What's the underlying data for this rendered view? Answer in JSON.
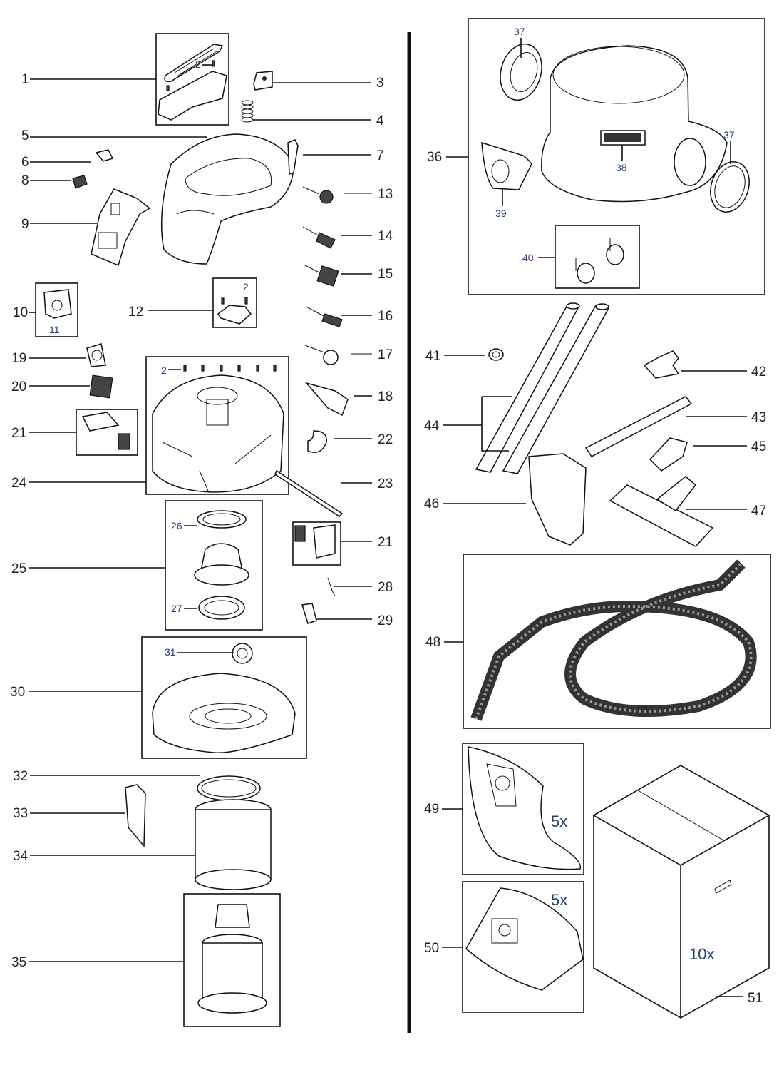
{
  "diagram": {
    "type": "exploded-parts-view",
    "subject": "wet/dry vacuum cleaner spare parts",
    "left_column_labels": [
      "1",
      "3",
      "4",
      "5",
      "6",
      "7",
      "8",
      "9",
      "10",
      "11",
      "12",
      "13",
      "14",
      "15",
      "16",
      "17",
      "18",
      "19",
      "20",
      "21",
      "22",
      "23",
      "24",
      "25",
      "26",
      "27",
      "21",
      "28",
      "29",
      "30",
      "31",
      "32",
      "33",
      "34",
      "35"
    ],
    "sub_labels": {
      "screw": "2",
      "screw_b": "2",
      "screw_c": "2",
      "filter_ring": "26",
      "gasket": "27",
      "sensor": "31",
      "screw_mount": "11"
    },
    "right_column_labels": [
      "36",
      "37",
      "37",
      "38",
      "39",
      "40",
      "41",
      "42",
      "43",
      "44",
      "45",
      "46",
      "47",
      "48",
      "49",
      "50",
      "51"
    ],
    "quantities": {
      "bag_paper": "5x",
      "bag_fleece": "5x",
      "carton": "10x"
    }
  },
  "labels": {
    "p1": "1",
    "p2a": "2",
    "p3": "3",
    "p4": "4",
    "p5": "5",
    "p6": "6",
    "p7": "7",
    "p8": "8",
    "p9": "9",
    "p10": "10",
    "p11": "11",
    "p12": "12",
    "p2b": "2",
    "p13": "13",
    "p14": "14",
    "p15": "15",
    "p16": "16",
    "p17": "17",
    "p18": "18",
    "p19": "19",
    "p20": "20",
    "p21a": "21",
    "p2c": "2",
    "p22": "22",
    "p23": "23",
    "p24": "24",
    "p25": "25",
    "p26": "26",
    "p27": "27",
    "p21b": "21",
    "p28": "28",
    "p29": "29",
    "p30": "30",
    "p31": "31",
    "p32": "32",
    "p33": "33",
    "p34": "34",
    "p35": "35",
    "p36": "36",
    "p37a": "37",
    "p37b": "37",
    "p38": "38",
    "p39": "39",
    "p40": "40",
    "p41": "41",
    "p42": "42",
    "p43": "43",
    "p44": "44",
    "p45": "45",
    "p46": "46",
    "p47": "47",
    "p48": "48",
    "p49": "49",
    "p50": "50",
    "p51": "51",
    "q49": "5x",
    "q50": "5x",
    "q51": "10x"
  }
}
